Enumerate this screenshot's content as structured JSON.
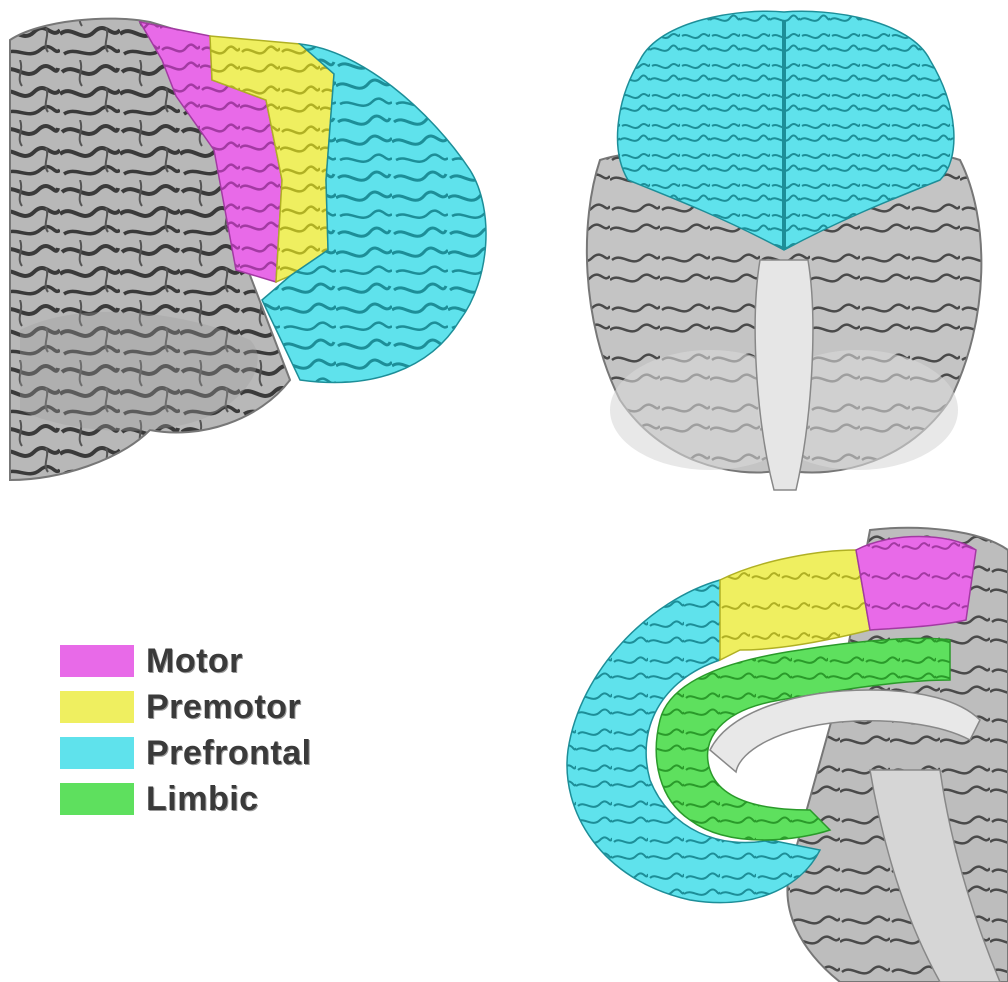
{
  "legend": {
    "items": [
      {
        "label": "Motor",
        "color": "#e86ae8"
      },
      {
        "label": "Premotor",
        "color": "#efef60"
      },
      {
        "label": "Prefrontal",
        "color": "#5fe2ec"
      },
      {
        "label": "Limbic",
        "color": "#5ee05e"
      }
    ]
  },
  "colors": {
    "gray_cortex": "#a9a9a9",
    "dark_sulci": "#2b2b2b",
    "background": "#ffffff"
  },
  "views": [
    {
      "name": "lateral-view",
      "regions": [
        "Motor",
        "Premotor",
        "Prefrontal"
      ]
    },
    {
      "name": "ventral-view",
      "regions": [
        "Prefrontal"
      ]
    },
    {
      "name": "medial-view",
      "regions": [
        "Motor",
        "Premotor",
        "Prefrontal",
        "Limbic"
      ]
    }
  ]
}
